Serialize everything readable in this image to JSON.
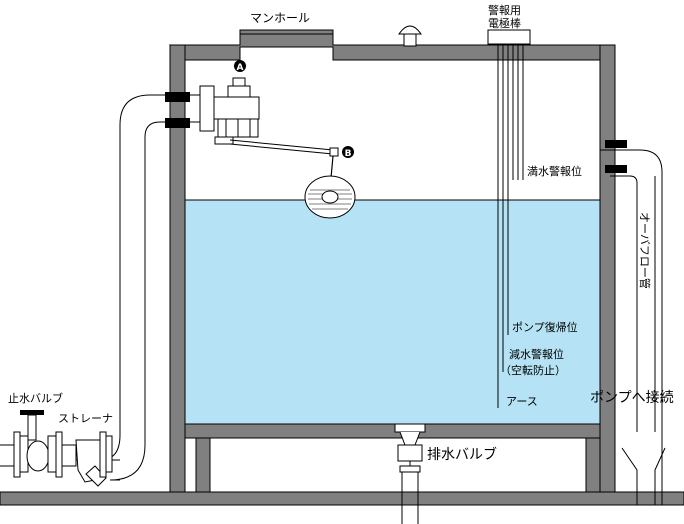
{
  "labels": {
    "manhole": "マンホール",
    "electrode_line1": "警報用",
    "electrode_line2": "電極棒",
    "marker_a": "A",
    "marker_b": "B",
    "full_water_alarm": "満水警報位",
    "overflow_pipe": "オーバフロー管",
    "pump_return": "ポンプ復帰位",
    "low_water_alarm_line1": "減水警報位",
    "low_water_alarm_line2": "（空転防止）",
    "earth": "アース",
    "to_pump": "ポンプへ接続",
    "stop_valve": "止水バルブ",
    "strainer": "ストレーナ",
    "drain_valve": "排水バルブ"
  },
  "colors": {
    "water": "#b5e3f5",
    "wall": "#808080",
    "outline": "#000000"
  }
}
